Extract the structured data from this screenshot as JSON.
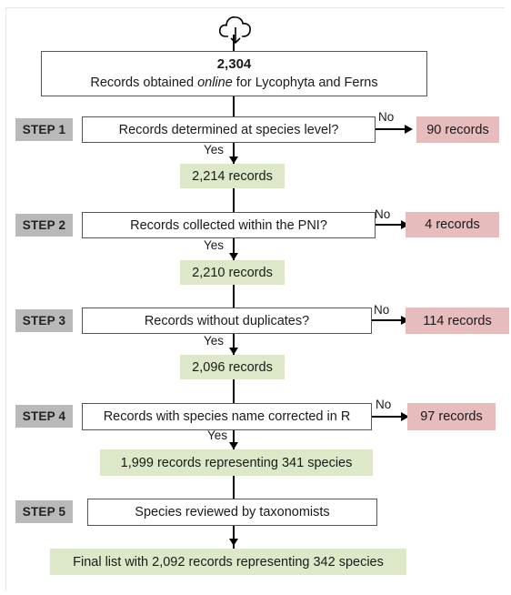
{
  "cloud_icon": "cloud-download-icon",
  "start": {
    "count": "2,304",
    "text_before": "Records obtained ",
    "text_italic": "online",
    "text_after": " for Lycophyta and Ferns"
  },
  "steps": [
    {
      "step_label": "STEP 1",
      "question": "Records determined at species level?",
      "no_label": "No",
      "excluded": "90 records",
      "yes_label": "Yes",
      "remaining": "2,214 records"
    },
    {
      "step_label": "STEP 2",
      "question": "Records collected within the PNI?",
      "no_label": "No",
      "excluded": "4 records",
      "yes_label": "Yes",
      "remaining": "2,210 records"
    },
    {
      "step_label": "STEP 3",
      "question": "Records without duplicates?",
      "no_label": "No",
      "excluded": "114 records",
      "yes_label": "Yes",
      "remaining": "2,096 records"
    },
    {
      "step_label": "STEP 4",
      "question": "Records with species name corrected in R",
      "no_label": "No",
      "excluded": "97 records",
      "yes_label": "Yes",
      "remaining": "1,999 records representing 341 species"
    },
    {
      "step_label": "STEP 5",
      "question": "Species reviewed by taxonomists"
    }
  ],
  "final": "Final list with 2,092 records representing 342 species",
  "colors": {
    "step_tag": "#b9b9b9",
    "kept": "#dde8c9",
    "excluded": "#e6bcbd"
  }
}
